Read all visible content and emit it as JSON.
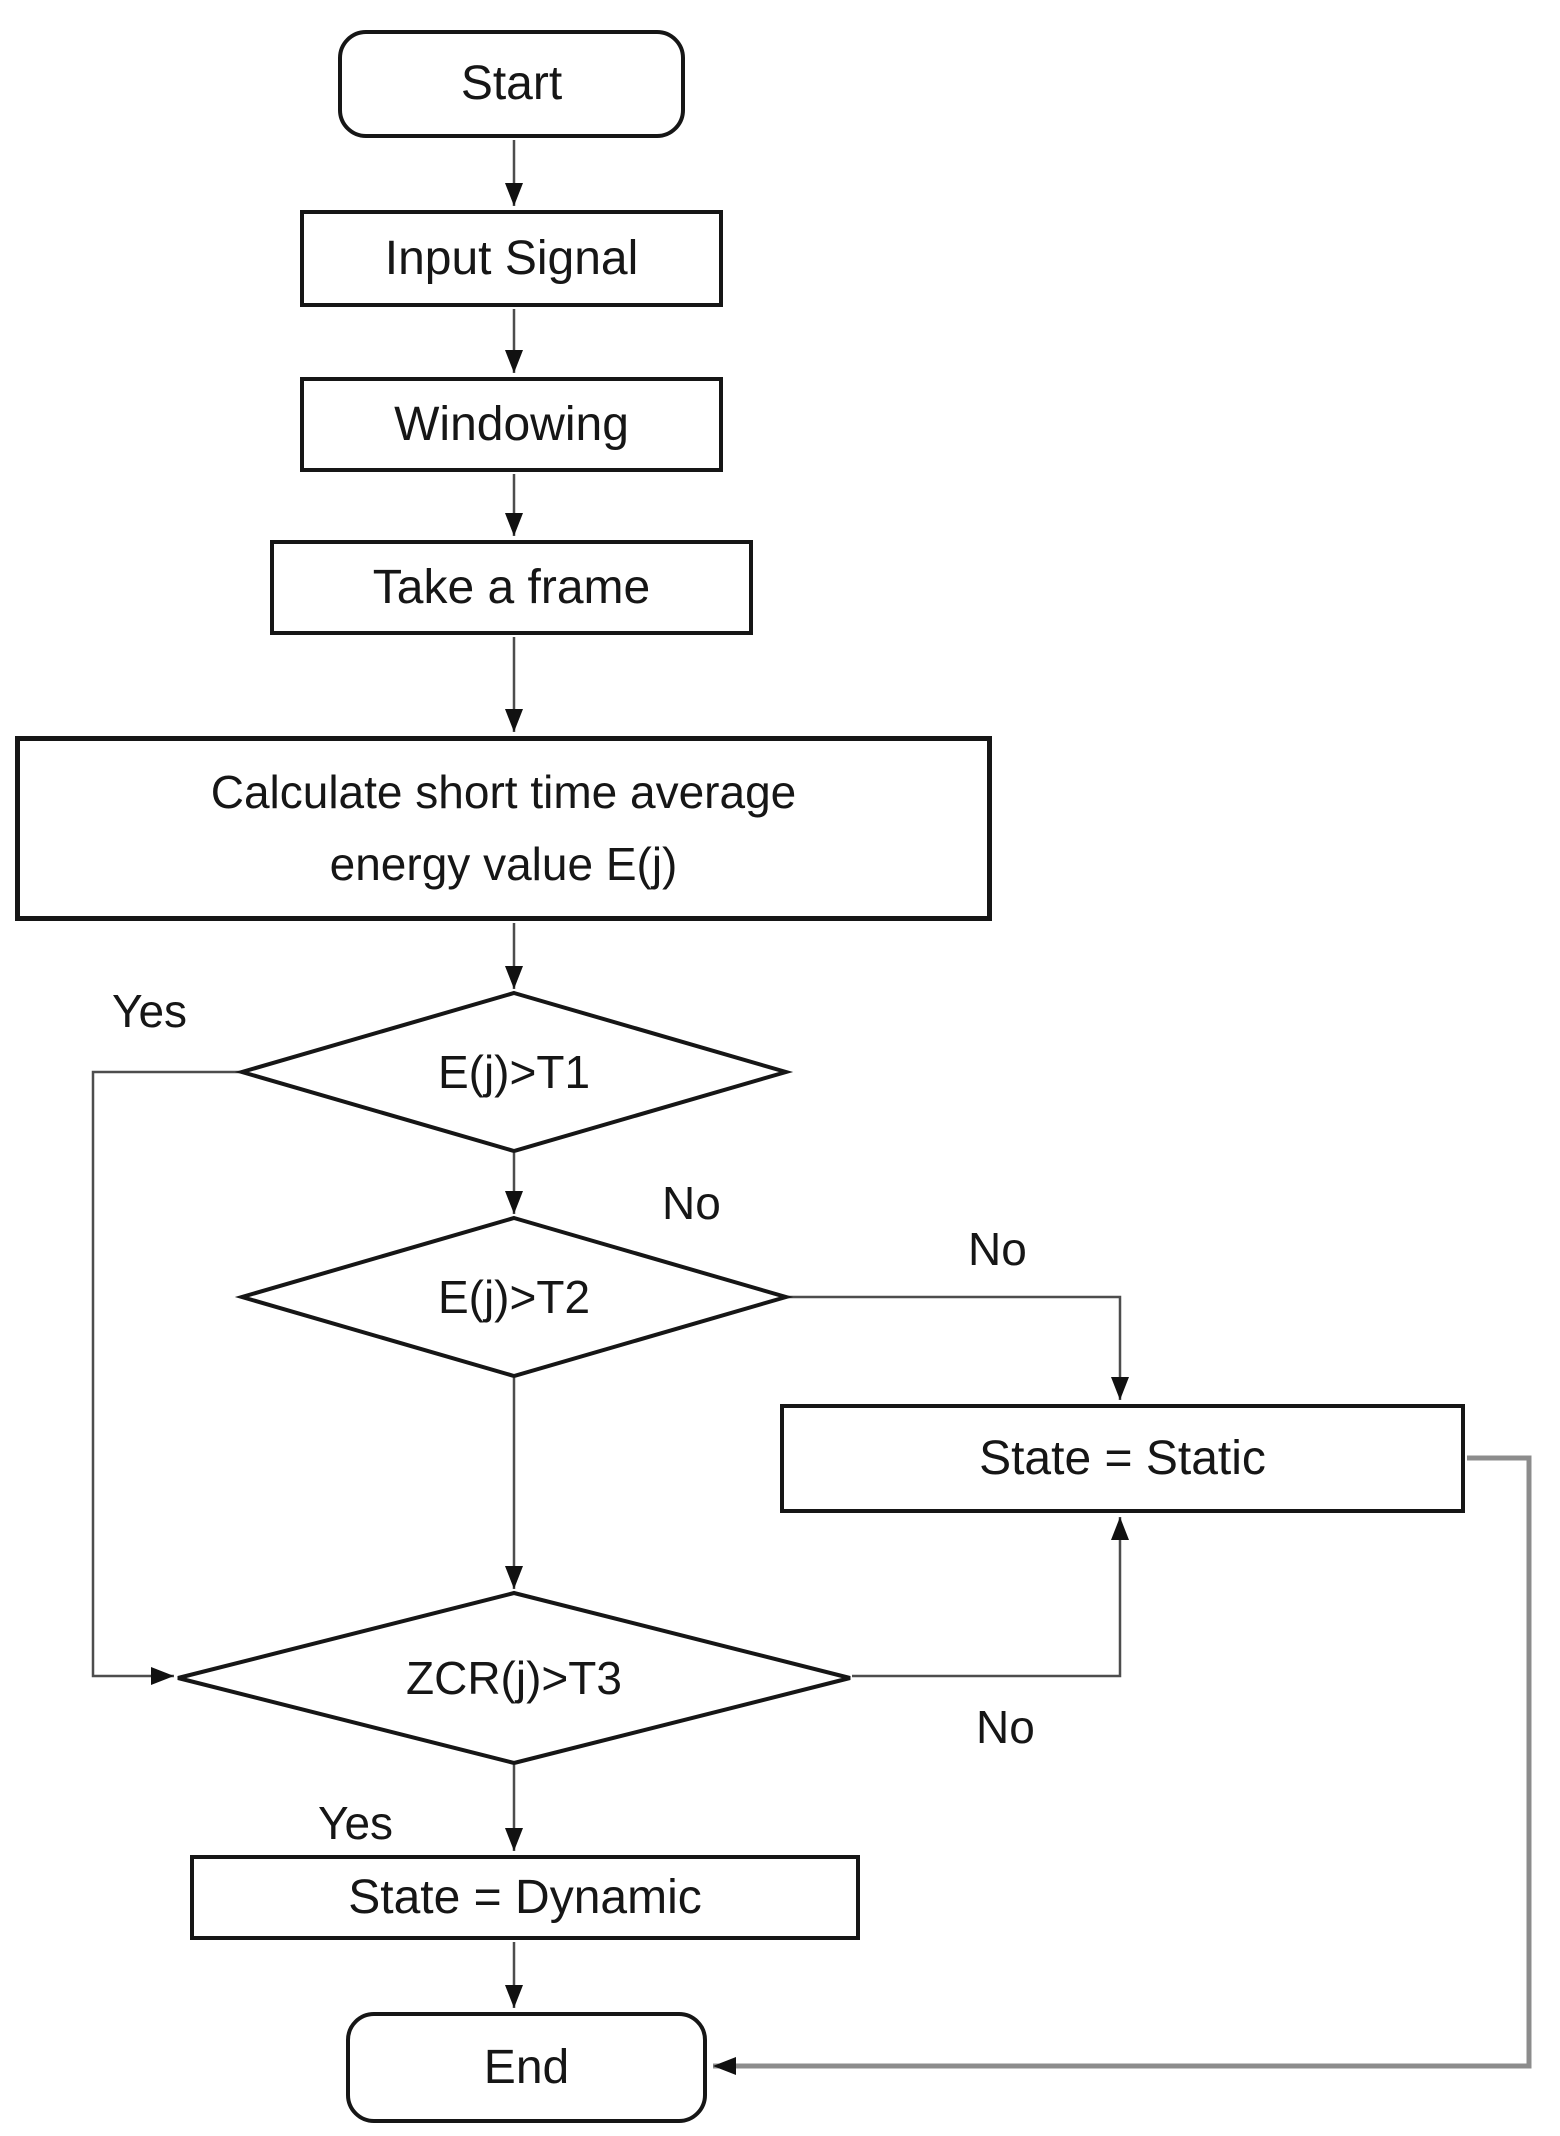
{
  "flowchart": {
    "nodes": {
      "start": "Start",
      "input_signal": "Input Signal",
      "windowing": "Windowing",
      "take_frame": "Take a frame",
      "calculate_line1": "Calculate short time average",
      "calculate_line2": "energy value E(j)",
      "decision_t1": "E(j)>T1",
      "decision_t2": "E(j)>T2",
      "decision_t3": "ZCR(j)>T3",
      "state_static": "State = Static",
      "state_dynamic": "State = Dynamic",
      "end": "End"
    },
    "edge_labels": {
      "t1_yes": "Yes",
      "t1_no": "No",
      "t2_no": "No",
      "t3_yes": "Yes",
      "t3_no": "No"
    },
    "colors": {
      "background": "#ffffff",
      "shape_border": "#161616",
      "connector": "#4d4d4d",
      "feedback_connector": "#8c8c8c",
      "arrowhead": "#111111",
      "text": "#161616"
    }
  }
}
